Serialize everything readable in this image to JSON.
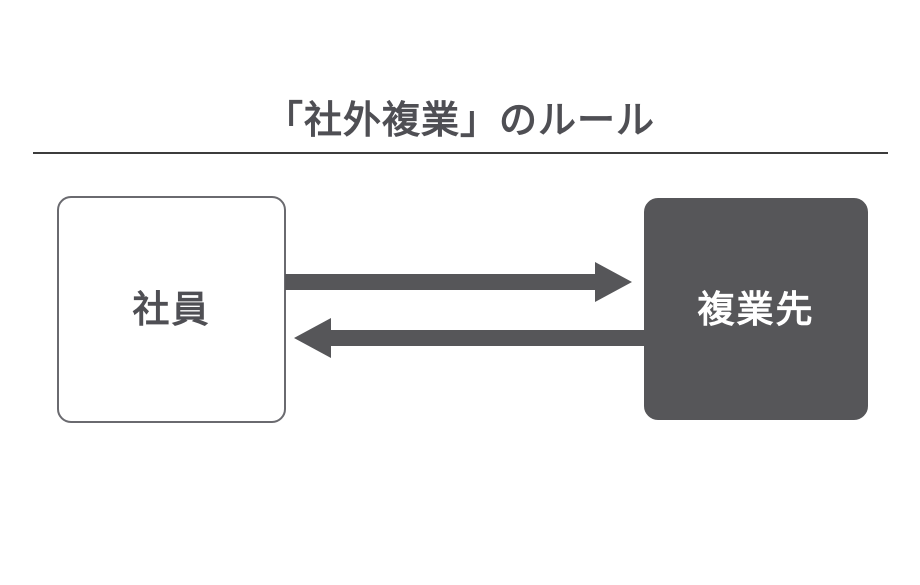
{
  "figure": {
    "title": "「社外複業」のルール",
    "background_color": "#ffffff",
    "accent_color": "#565659",
    "rule_color": "#3c3c3c"
  },
  "nodes": [
    {
      "id": "employee",
      "label": "社員",
      "fill": "#ffffff",
      "border_color": "#6a6a6f",
      "text_color": "#4f4f54"
    },
    {
      "id": "sidejob",
      "label": "複業先",
      "fill": "#565659",
      "border_color": "#565659",
      "text_color": "#ffffff"
    }
  ],
  "arrows": [
    {
      "id": "to-sidejob",
      "from": "employee",
      "to": "sidejob",
      "direction": "right",
      "label": "",
      "color": "#565659"
    },
    {
      "id": "to-employee",
      "from": "sidejob",
      "to": "employee",
      "direction": "left",
      "label": "",
      "color": "#565659"
    }
  ]
}
